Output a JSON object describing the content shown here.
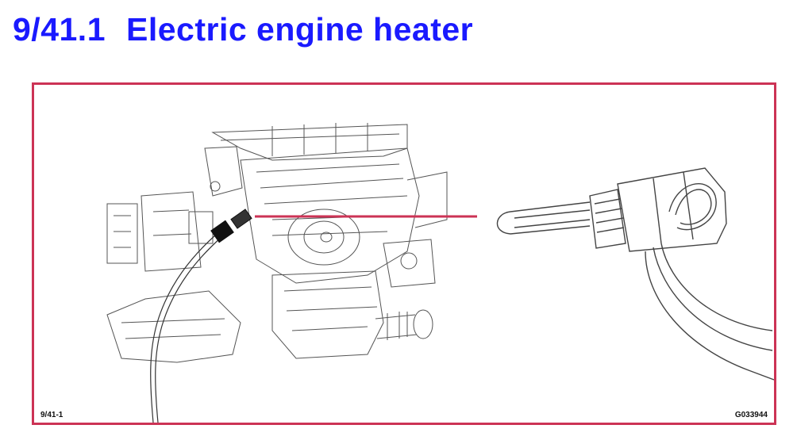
{
  "header": {
    "section_number": "9/41.1",
    "title": "Electric engine heater"
  },
  "figure": {
    "ref_left": "9/41-1",
    "ref_right": "G033944",
    "colors": {
      "title": "#1a1aff",
      "frame": "#cc3355",
      "leader_line": "#cc3355",
      "line_art": "#555555"
    },
    "icons": [
      "engine-illustration",
      "heater-element-illustration"
    ]
  }
}
